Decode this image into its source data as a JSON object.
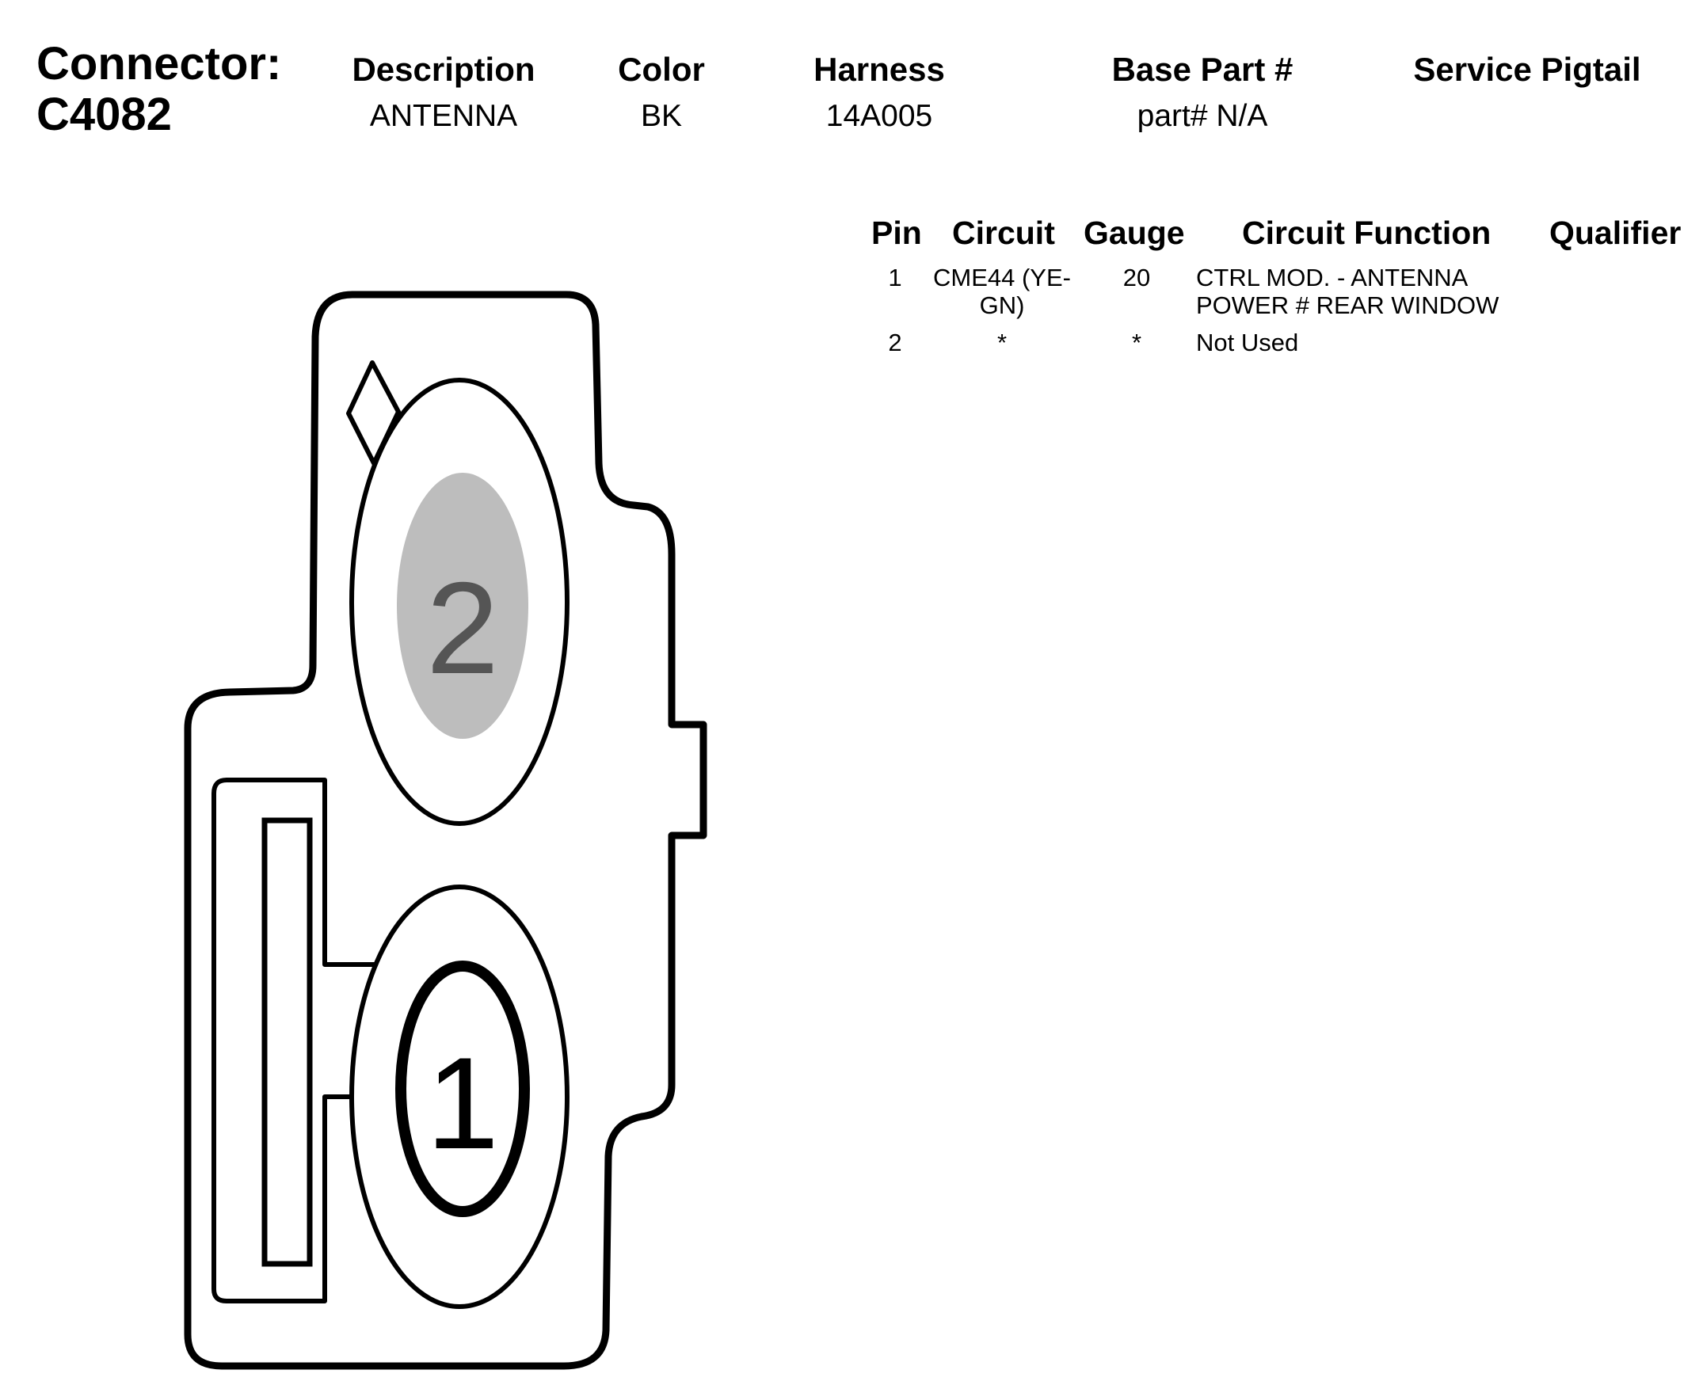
{
  "header": {
    "connector_label": "Connector:",
    "connector_id": "C4082",
    "columns": [
      {
        "heading": "Description",
        "value": "ANTENNA"
      },
      {
        "heading": "Color",
        "value": "BK"
      },
      {
        "heading": "Harness",
        "value": "14A005"
      },
      {
        "heading": "Base Part #",
        "value": "part# N/A"
      },
      {
        "heading": "Service Pigtail",
        "value": ""
      }
    ]
  },
  "pin_table": {
    "headers": {
      "pin": "Pin",
      "circuit": "Circuit",
      "gauge": "Gauge",
      "function": "Circuit Function",
      "qualifier": "Qualifier"
    },
    "rows": [
      {
        "pin": "1",
        "circuit_line1": "CME44 (YE-",
        "circuit_line2": "GN)",
        "gauge": "20",
        "function_line1": "CTRL MOD. - ANTENNA",
        "function_line2": "POWER # REAR WINDOW",
        "qualifier": ""
      },
      {
        "pin": "2",
        "circuit_line1": "*",
        "circuit_line2": "",
        "gauge": "*",
        "function_line1": "Not Used",
        "function_line2": "",
        "qualifier": ""
      }
    ]
  },
  "diagram": {
    "pin_labels": [
      "1",
      "2"
    ],
    "highlight_color": "#bdbdbd",
    "label_color_highlighted": "#555555",
    "outline_color": "#000000"
  }
}
